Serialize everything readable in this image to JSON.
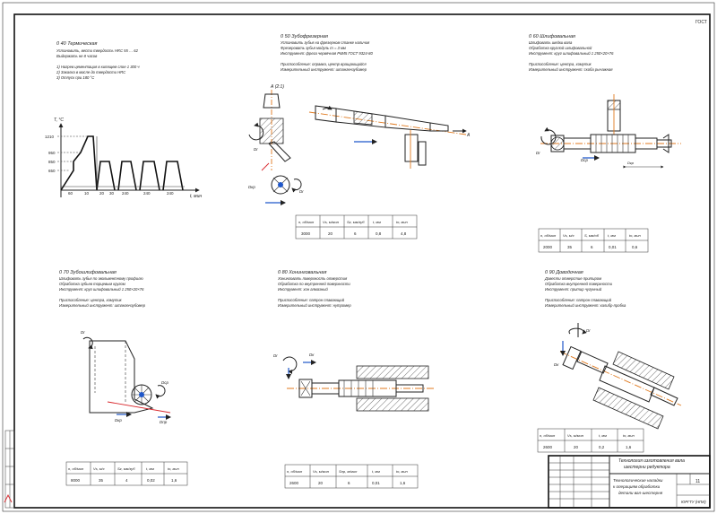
{
  "sheet": {
    "corner_mark": "ГОСТ",
    "sheet_no": "11"
  },
  "ops": [
    {
      "header": "0 40 Термическая",
      "lines": [
        "Установить, вести твердость HRC 55 … 62",
        "Выдержать не 8 часов",
        "",
        "1) Нагрев цементация в кипящем слое 1 300 ч",
        "2) Закалка в масле до твердости HRC",
        "3) Отпуск при 180 °C"
      ],
      "graph": {
        "ylabel": "Т, °С",
        "xlabel": "t, мин",
        "y_ticks": [
          "1210",
          "950",
          "850",
          "650"
        ],
        "x_ticks": [
          "60",
          "10",
          "20",
          "30",
          "240",
          "240",
          "240"
        ]
      },
      "table": null
    },
    {
      "header": "0 50 Зубофрезерная",
      "lines": [
        "Установить зубья на фрезерном станке наличия",
        "Фрезеровать зубья модуль m = 3 мм",
        "Инструмент: фреза червячная Р6М5 ГОСТ 9324-80",
        "Приспособление: оправка, центр вращающийся",
        "Измерительный инструмент: штангензубомер"
      ],
      "callouts": [
        "А (2:1)",
        "Dr",
        "Dr",
        "Dкр",
        "А"
      ],
      "table": {
        "headers": [
          "n, об/мин",
          "Vs, м/мин",
          "Sz, мм/зуб",
          "t, мм",
          "to, мин"
        ],
        "values": [
          "3000",
          "20",
          "6",
          "0,8",
          "4,8"
        ]
      }
    },
    {
      "header": "0 60 Шлифовальная",
      "lines": [
        "Шлифовать шейки вала",
        "Обработка круглой шлифовальной",
        "Инструмент: круг шлифовальный 1 250×20×76",
        "Приспособление: центра, хомутик",
        "Измерительный инструмент: скоба рычажная"
      ],
      "callouts": [
        "Dr",
        "Dcp",
        "Dкр"
      ],
      "table": {
        "headers": [
          "n, об/мин",
          "Vs, м/с",
          "S, мм/об",
          "t, мм",
          "to, мин"
        ],
        "values": [
          "2000",
          "35",
          "6",
          "0,01",
          "0,6"
        ]
      }
    },
    {
      "header": "0 70 Зубошлифовальная",
      "lines": [
        "Шлифовать зубья по эвольвентному профилю",
        "Обработка зубьев торцевым кругом",
        "Инструмент: круг шлифовальный 1 250×20×76",
        "Приспособление: центра, хомутик",
        "Измерительный инструмент: штангензубомер"
      ],
      "callouts": [
        "Dr",
        "Dcp",
        "Dкр",
        "Dпр"
      ],
      "table": {
        "headers": [
          "n, об/мин",
          "Vs, м/с",
          "Sz, мм/зуб",
          "t, мм",
          "to, мин"
        ],
        "values": [
          "8000",
          "35",
          "4",
          "0,02",
          "1,6"
        ]
      }
    },
    {
      "header": "0 80 Хонинговальная",
      "lines": [
        "Хонинговать поверхность отверстия",
        "Обработка по внутренней поверхности",
        "Инструмент: хон алмазный",
        "Приспособление: патрон плавающий",
        "Измерительный инструмент: нутромер"
      ],
      "callouts": [
        "Dr",
        "Dк"
      ],
      "table": {
        "headers": [
          "n, об/мин",
          "Vs, м/мин",
          "Sпр, м/мин",
          "t, мм",
          "to, мин"
        ],
        "values": [
          "2600",
          "20",
          "6",
          "0,01",
          "1,6"
        ]
      }
    },
    {
      "header": "0 90 Доводочная",
      "lines": [
        "Довести отверстие притиром",
        "Обработка внутренней поверхности",
        "Инструмент: притир чугунный",
        "Приспособление: патрон плавающий",
        "Измерительный инструмент: калибр-пробка"
      ],
      "callouts": [
        "Dr",
        "Dк"
      ],
      "table": {
        "headers": [
          "n, об/мин",
          "Vs, м/мин",
          "t, мм",
          "to, мин"
        ],
        "values": [
          "2600",
          "20",
          "0,2",
          "1,6"
        ]
      }
    }
  ],
  "title_block": {
    "doc_title_1": "Технология изготовления вала",
    "doc_title_2": "шестерни редуктора",
    "drawing_title_1": "Технологические наладки",
    "drawing_title_2": "к операциям обработки",
    "drawing_title_3": "детали вал-шестерня",
    "org": "ЮРГТУ (НПИ)",
    "sheet_no": "11"
  },
  "colors": {
    "line": "#222222",
    "axis": "#e07a1f",
    "cut": "#d8262b",
    "move": "#1f57c9"
  }
}
